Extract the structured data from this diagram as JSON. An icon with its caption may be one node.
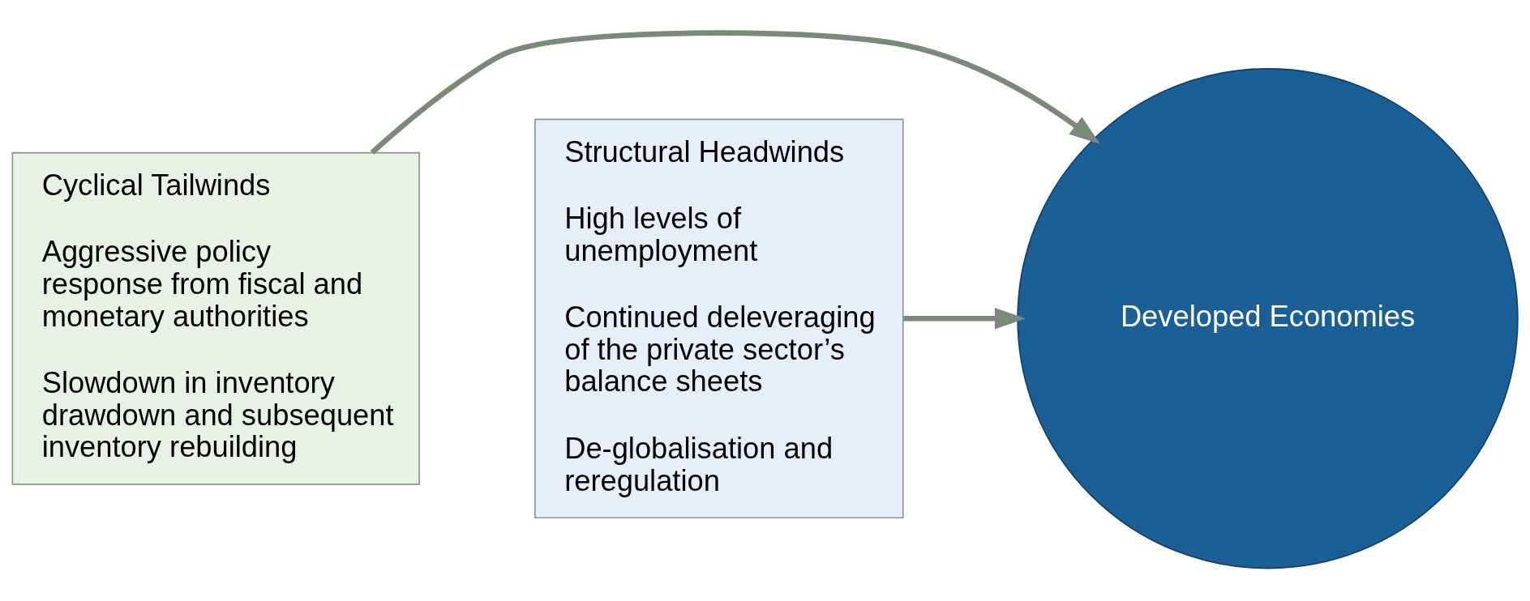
{
  "diagram": {
    "nodes": [
      {
        "text": [
          "Cyclical Tailwinds",
          "Aggressive policy response from fiscal and monetary authorities",
          "Slowdown in inventory drawdown and subsequent inventory rebuilding"
        ]
      },
      {
        "text": [
          "Developed Economies"
        ]
      },
      {
        "text": [
          "Structural Headwinds",
          "High levels of unemployment",
          "Continued deleveraging of the private sector’s balance sheets",
          "De-globalisation and reregulation"
        ]
      }
    ],
    "edges": [
      {
        "from": 0,
        "to": 1,
        "arrow": "to"
      },
      {
        "from": 2,
        "to": 1,
        "arrow": "to"
      }
    ]
  }
}
